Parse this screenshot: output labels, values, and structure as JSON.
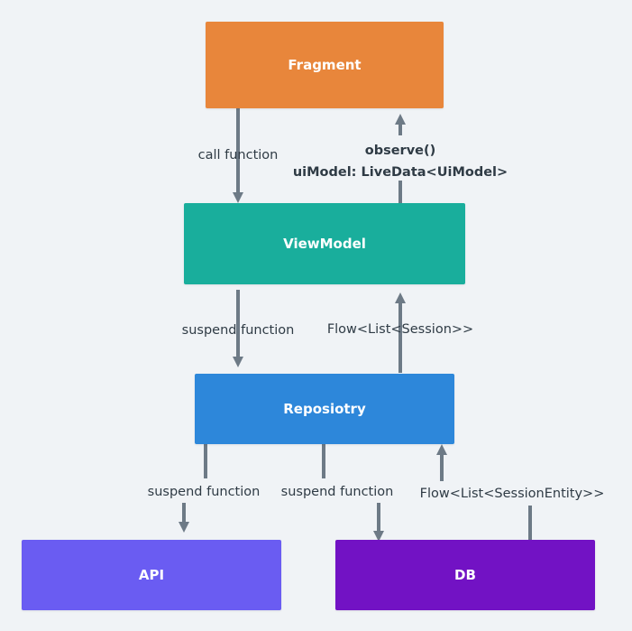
{
  "colors": {
    "background": "#f0f3f6",
    "fragment": "#e8863b",
    "viewmodel": "#19ae9c",
    "repository": "#2d87da",
    "api": "#6a5cf2",
    "db": "#7212c4",
    "arrow": "#6d7a86"
  },
  "nodes": {
    "fragment": "Fragment",
    "viewmodel": "ViewModel",
    "repository": "Reposiotry",
    "api": "API",
    "db": "DB"
  },
  "edges": {
    "fragment_to_viewmodel": "call function",
    "viewmodel_to_fragment_line1": "observe()",
    "viewmodel_to_fragment_line2": "uiModel: LiveData<UiModel>",
    "viewmodel_to_repository": "suspend function",
    "repository_to_viewmodel": "Flow<List<Session>>",
    "repository_to_api": "suspend function",
    "repository_to_db": "suspend function",
    "db_to_repository": "Flow<List<SessionEntity>>"
  }
}
